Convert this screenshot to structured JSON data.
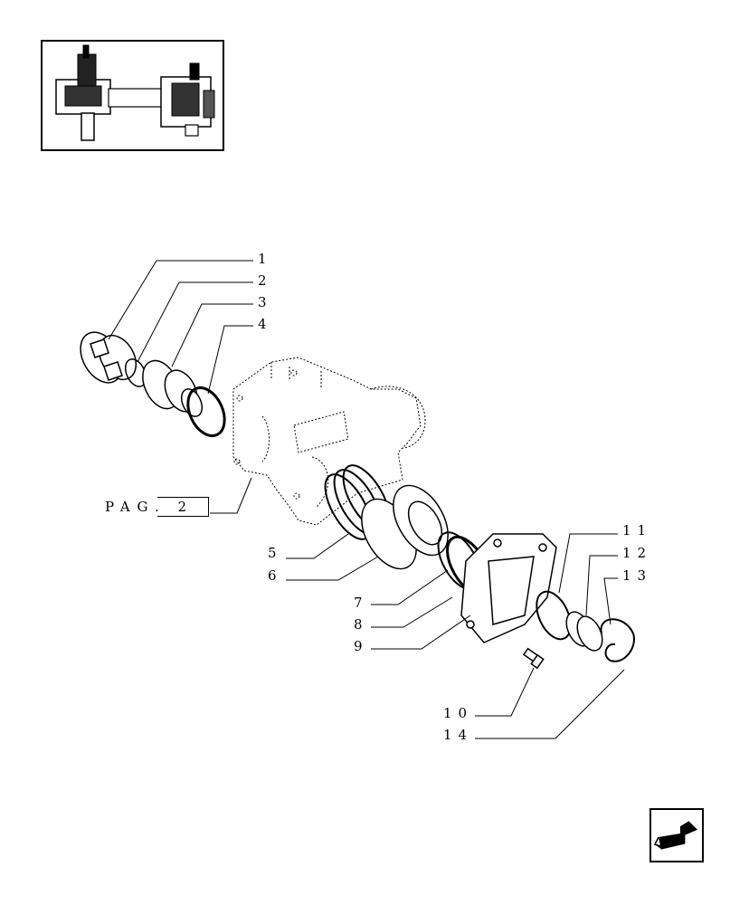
{
  "diagram": {
    "callouts": [
      {
        "id": "1",
        "label": "1"
      },
      {
        "id": "2",
        "label": "2"
      },
      {
        "id": "3",
        "label": "3"
      },
      {
        "id": "4",
        "label": "4"
      },
      {
        "id": "5",
        "label": "5"
      },
      {
        "id": "6",
        "label": "6"
      },
      {
        "id": "7",
        "label": "7"
      },
      {
        "id": "8",
        "label": "8"
      },
      {
        "id": "9",
        "label": "9"
      },
      {
        "id": "10",
        "label": "10"
      },
      {
        "id": "11",
        "label": "11"
      },
      {
        "id": "12",
        "label": "12"
      },
      {
        "id": "13",
        "label": "13"
      },
      {
        "id": "14",
        "label": "14"
      }
    ],
    "page_ref": "PAG. 2"
  },
  "icons": {
    "thumbnail": "axle-assembly-thumbnail-icon",
    "navigation": "back-arrow-icon"
  }
}
